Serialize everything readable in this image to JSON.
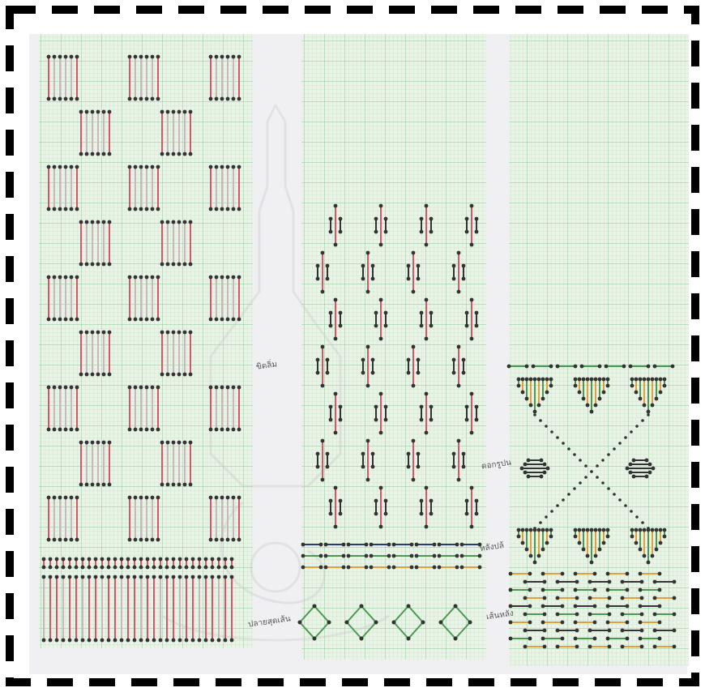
{
  "colors": {
    "paper": "#e9f3e6",
    "grid_minor": "#b9dcc0",
    "grid_major": "#8cc49a",
    "background": "#f0f0f2",
    "frame_dash": "#000000",
    "ink": "#333333",
    "red": "#d7566a",
    "green": "#4c9a52",
    "orange": "#e2a03c",
    "navy": "#2c3a78",
    "watermark": "#c8c8c8"
  },
  "labels": {
    "sheet_2_pattern": "ขิดลิ่ม",
    "sheet_2_border": "ปลายสุดเส้น",
    "sheet_3_upper": "ดอกรูปน",
    "sheet_3_lower": "หลังปล้",
    "sheet_3_side": "เส้นหลัง"
  },
  "icons": {
    "watermark": "institution-seal-icon"
  }
}
